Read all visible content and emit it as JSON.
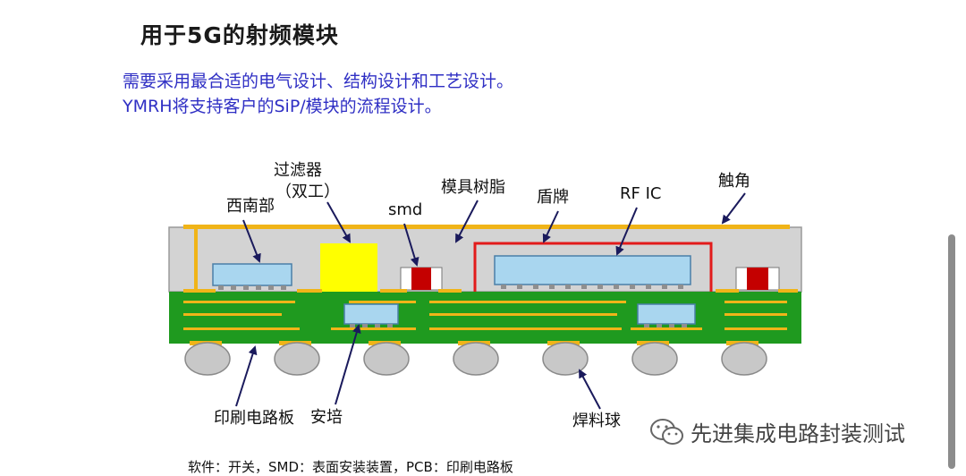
{
  "title": "用于5G的射频模块",
  "subtitle_line1": "需要采用最合适的电气设计、结构设计和工艺设计。",
  "subtitle_line2": "YMRH将支持客户的SiP/模块的流程设计。",
  "labels": {
    "filter_line1": "过滤器",
    "filter_line2": "（双工）",
    "southwest": "西南部",
    "smd": "smd",
    "mold_resin": "模具树脂",
    "shield": "盾牌",
    "rfic": "RF IC",
    "contact": "触角",
    "pcb": "印刷电路板",
    "anpei": "安培",
    "solder_ball": "焊料球"
  },
  "footnote": "软件：开关，SMD：表面安装装置，PCB：印刷电路板",
  "watermark": "先进集成电路封装测试",
  "colors": {
    "mold": "#d3d3d3",
    "pcb": "#1f9a1f",
    "trace": "#f0b418",
    "chip": "#a9d6ef",
    "filter": "#ffff00",
    "smd_red": "#c40000",
    "shield": "#e21b1b",
    "arrow": "#1a1a5c"
  }
}
